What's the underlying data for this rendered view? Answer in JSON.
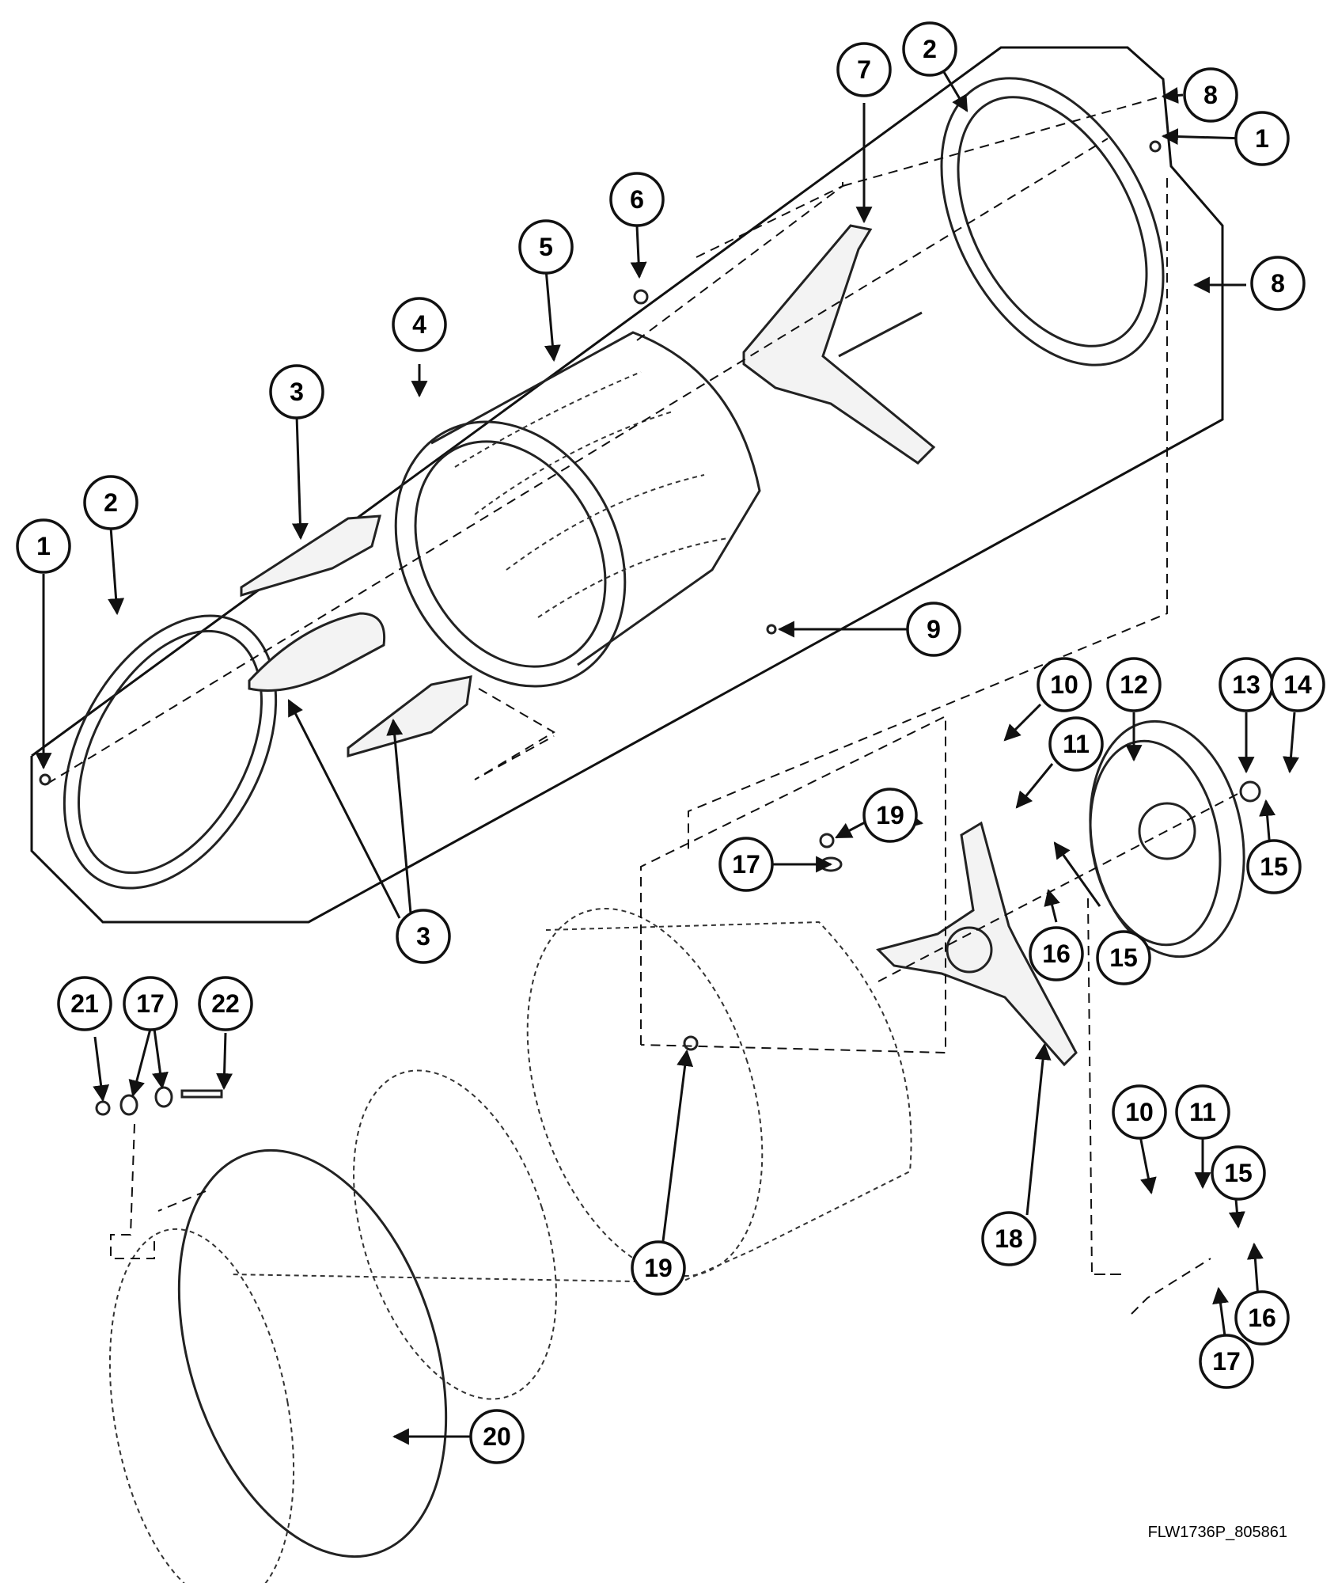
{
  "diagram": {
    "reference_code": "FLW1736P_805861",
    "callouts": [
      {
        "id": "c1a",
        "label": "1"
      },
      {
        "id": "c1b",
        "label": "1"
      },
      {
        "id": "c2a",
        "label": "2"
      },
      {
        "id": "c2b",
        "label": "2"
      },
      {
        "id": "c3a",
        "label": "3"
      },
      {
        "id": "c3b",
        "label": "3"
      },
      {
        "id": "c4",
        "label": "4"
      },
      {
        "id": "c5",
        "label": "5"
      },
      {
        "id": "c6",
        "label": "6"
      },
      {
        "id": "c7",
        "label": "7"
      },
      {
        "id": "c8a",
        "label": "8"
      },
      {
        "id": "c8b",
        "label": "8"
      },
      {
        "id": "c9",
        "label": "9"
      },
      {
        "id": "c10a",
        "label": "10"
      },
      {
        "id": "c10b",
        "label": "10"
      },
      {
        "id": "c11a",
        "label": "11"
      },
      {
        "id": "c11b",
        "label": "11"
      },
      {
        "id": "c12",
        "label": "12"
      },
      {
        "id": "c13",
        "label": "13"
      },
      {
        "id": "c14",
        "label": "14"
      },
      {
        "id": "c15a",
        "label": "15"
      },
      {
        "id": "c15b",
        "label": "15"
      },
      {
        "id": "c15c",
        "label": "15"
      },
      {
        "id": "c16a",
        "label": "16"
      },
      {
        "id": "c16b",
        "label": "16"
      },
      {
        "id": "c17a",
        "label": "17"
      },
      {
        "id": "c17b",
        "label": "17"
      },
      {
        "id": "c17c",
        "label": "17"
      },
      {
        "id": "c18",
        "label": "18"
      },
      {
        "id": "c19a",
        "label": "19"
      },
      {
        "id": "c19b",
        "label": "19"
      },
      {
        "id": "c20",
        "label": "20"
      },
      {
        "id": "c21",
        "label": "21"
      },
      {
        "id": "c22",
        "label": "22"
      }
    ]
  }
}
